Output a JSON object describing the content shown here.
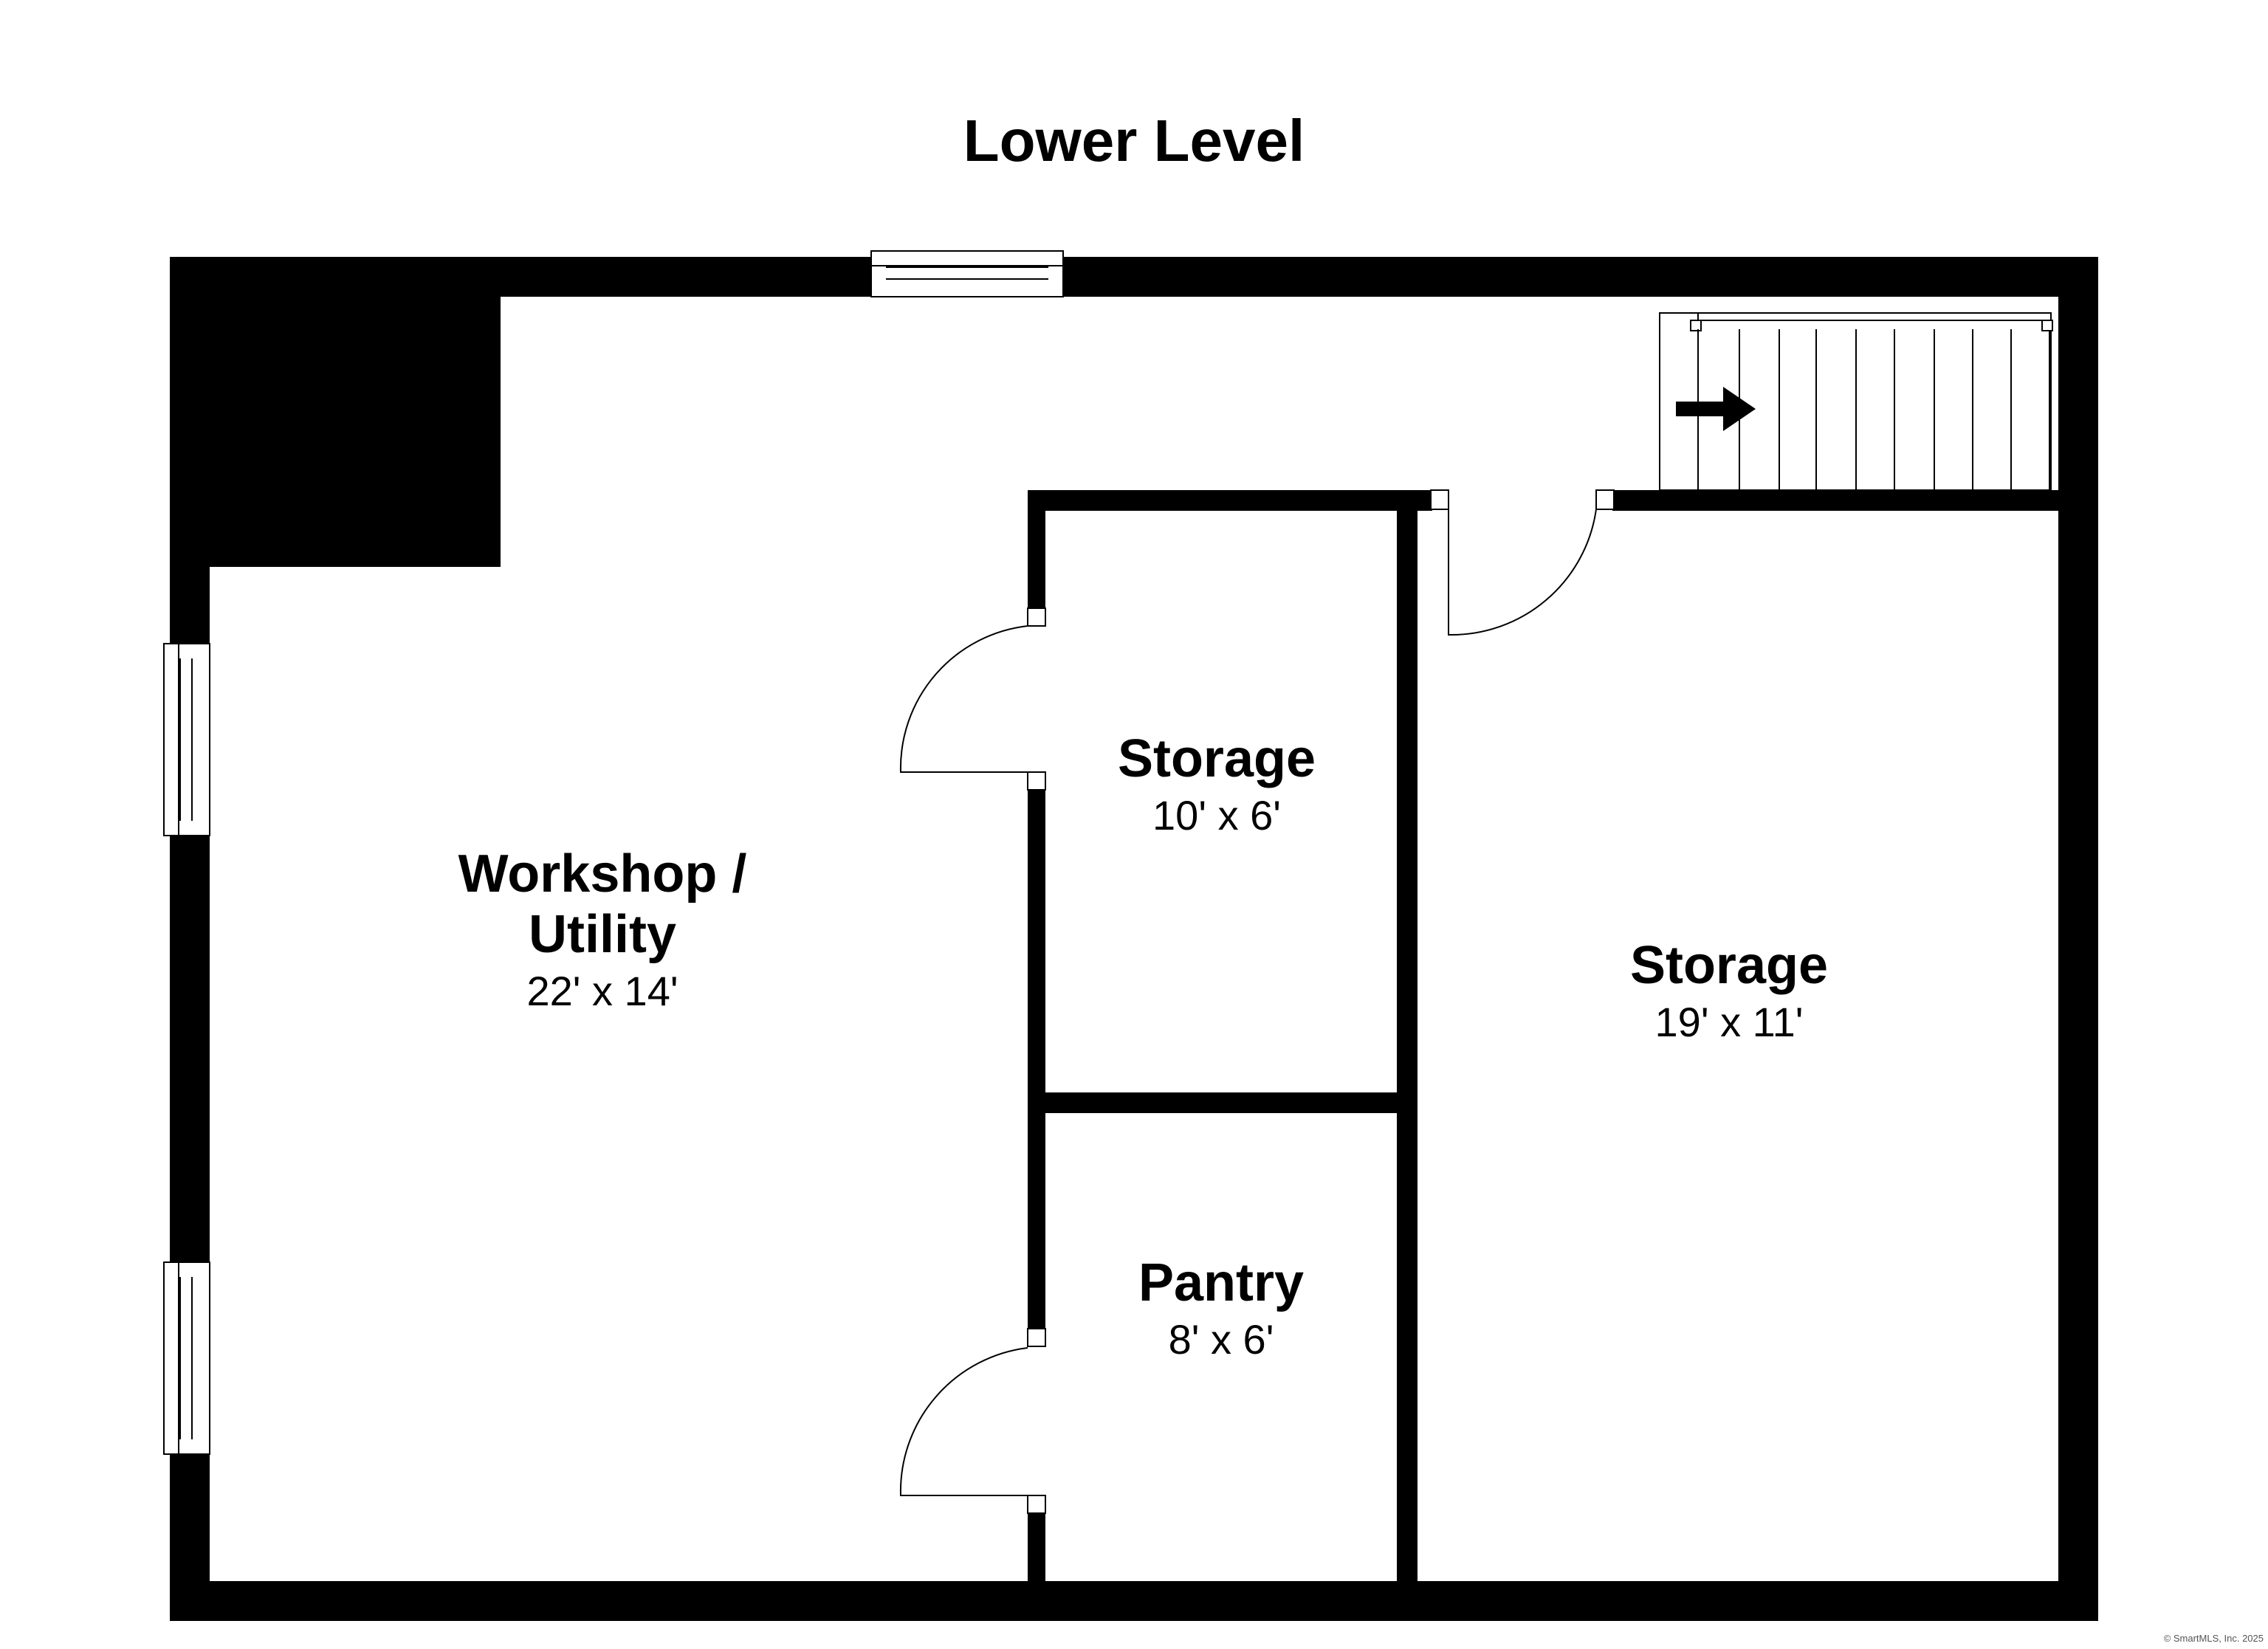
{
  "plan": {
    "title": "Lower Level",
    "copyright": "© SmartMLS, Inc. 2025",
    "rooms": {
      "workshop": {
        "name_line1": "Workshop /",
        "name_line2": "Utility",
        "size": "22' x 14'"
      },
      "storage_small": {
        "name": "Storage",
        "size": "10' x 6'"
      },
      "storage_large": {
        "name": "Storage",
        "size": "19' x 11'"
      },
      "pantry": {
        "name": "Pantry",
        "size": "8' x 6'"
      }
    },
    "colors": {
      "wall": "#000000",
      "background": "#ffffff"
    }
  }
}
